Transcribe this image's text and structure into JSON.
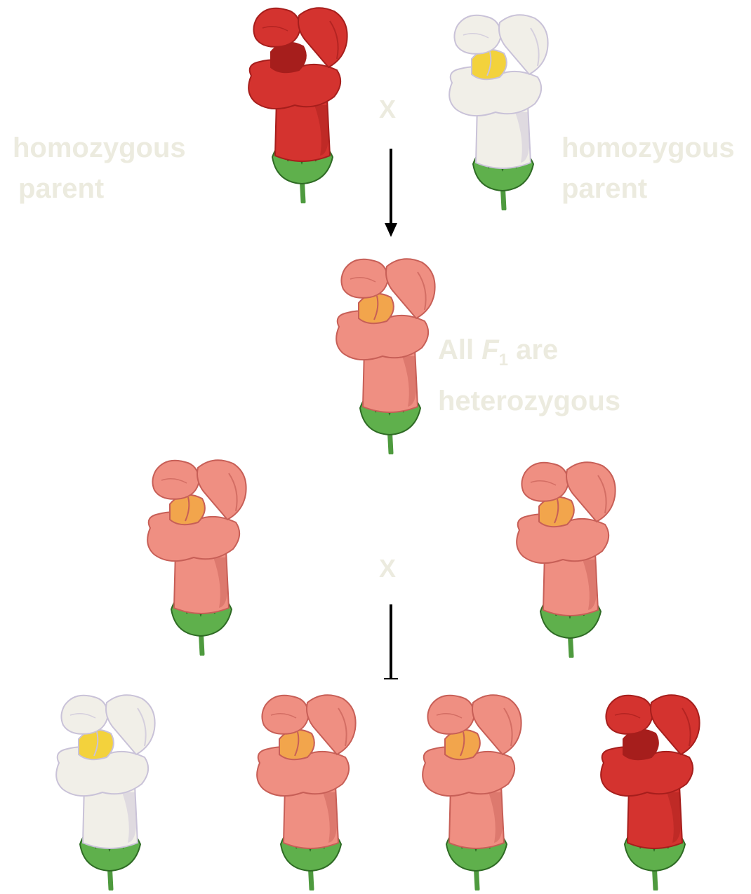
{
  "labels": {
    "left_parent": [
      "homozygous",
      "parent"
    ],
    "right_parent": [
      "homozygous",
      "parent"
    ],
    "cross_symbol": "X",
    "f1": {
      "prefix": "All ",
      "f": "F",
      "sub": "1",
      "suffix": " are",
      "line2": "heterozygous"
    }
  },
  "colors": {
    "label_text": "#ecebdf",
    "red_petal": "#d4332f",
    "red_shade": "#a61e1c",
    "white_petal": "#f1efe8",
    "white_shade": "#c9c2d8",
    "pink_petal": "#ef8f82",
    "pink_shade": "#c75f57",
    "throat_yellow": "#f3d23c",
    "throat_orange": "#f2a54c",
    "sepal_green": "#5fb04c",
    "stem_green": "#4e9a3e",
    "arrow": "#000000"
  },
  "generations": {
    "parents": [
      "red",
      "white"
    ],
    "f1": [
      "pink"
    ],
    "f1_cross": [
      "pink",
      "pink"
    ],
    "f2": [
      "white",
      "pink",
      "pink",
      "red"
    ]
  }
}
